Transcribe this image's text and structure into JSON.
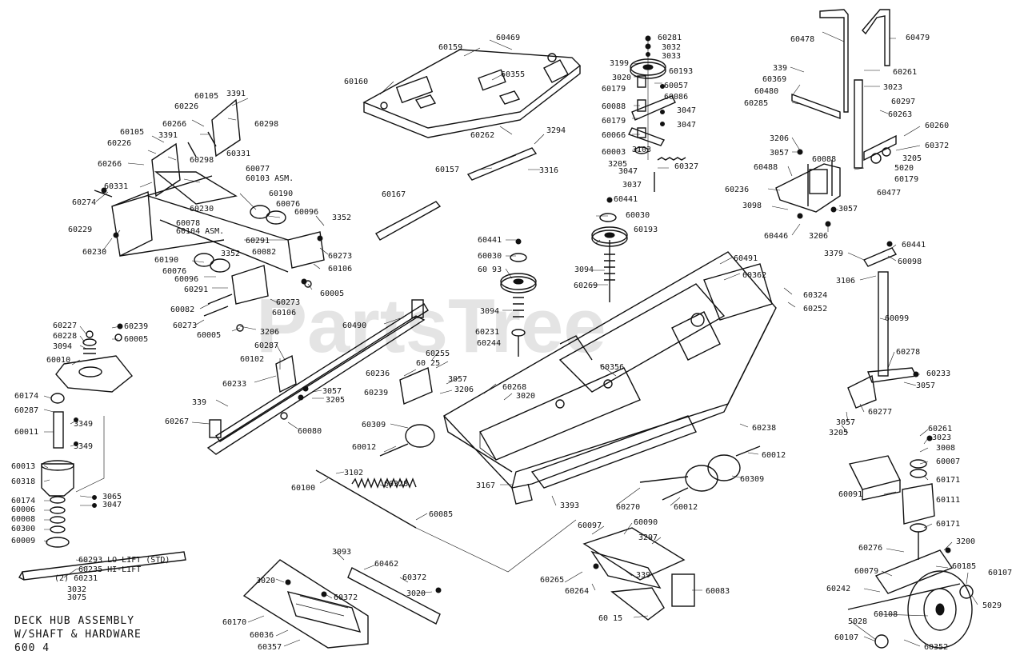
{
  "watermark": "PartsTree",
  "caption": [
    "DECK HUB ASSEMBLY",
    "W/SHAFT & HARDWARE",
    "600 4"
  ],
  "labels": {
    "l60469": "60469",
    "l60159": "60159",
    "l60160": "60160",
    "l60355": "60355",
    "l60262": "60262",
    "l3294": "3294",
    "l60157": "60157",
    "l3316": "3316",
    "l60167": "60167",
    "l60281": "60281",
    "l3032a": "3032",
    "l3033": "3033",
    "l3199": "3199",
    "l3020a": "3020",
    "l60193a": "60193",
    "l60057": "60057",
    "l60179a": "60179",
    "l60086a": "60086",
    "l60088a": "60088",
    "l3047a": "3047",
    "l60179b": "60179",
    "l3047b": "3047",
    "l60066": "60066",
    "l3103": "3103",
    "l60003": "60003",
    "l3205a": "3205",
    "l3047c": "3047",
    "l60327": "60327",
    "l3037": "3037",
    "l60441a": "60441",
    "l60030a": "60030",
    "l60193b": "60193",
    "l3094a": "3094",
    "l60269": "60269",
    "l60441b": "60441",
    "l60030b": "60030",
    "l60193c": "60 93",
    "l3094b": "3094",
    "l60231a": "60231",
    "l60244": "60244",
    "l60478": "60478",
    "l60479": "60479",
    "l339a": "339",
    "l60261a": "60261",
    "l60369": "60369",
    "l3023a": "3023",
    "l60480": "60480",
    "l60297": "60297",
    "l60285": "60285",
    "l60263": "60263",
    "l60260": "60260",
    "l60372a": "60372",
    "l3206a": "3206",
    "l3057a": "3057",
    "l60088b": "60088",
    "l3205b": "3205",
    "l5020": "5020",
    "l60179c": "60179",
    "l60488": "60488",
    "l60236a": "60236",
    "l60477": "60477",
    "l3098": "3098",
    "l3057b": "3057",
    "l60446": "60446",
    "l3206b": "3206",
    "l60105a": "60105",
    "l3391a": "3391",
    "l60226a": "60226",
    "l60298a": "60298",
    "l60266a": "60266",
    "l60105b": "60105",
    "l3391b": "3391",
    "l60226b": "60226",
    "l60331a": "60331",
    "l60298b": "60298",
    "l60266b": "60266",
    "l60077": "60077",
    "l60103": "60103 ASM.",
    "l60331b": "60331",
    "l60274": "60274",
    "l60230a": "60230",
    "l60190a": "60190",
    "l60076a": "60076",
    "l60096a": "60096",
    "l3352a": "3352",
    "l60078": "60078",
    "l60104": "60104 ASM.",
    "l60229": "60229",
    "l60291a": "60291",
    "l60273a": "60273",
    "l60230b": "60230",
    "l60190b": "60190",
    "l3352b": "3352",
    "l60082a": "60082",
    "l60106a": "60106",
    "l60076b": "60076",
    "l60096b": "60096",
    "l60005a": "60005",
    "l60291b": "60291",
    "l60273b": "60273",
    "l60082b": "60082",
    "l60106b": "60106",
    "l60273c": "60273",
    "l60005b": "60005",
    "l3206c": "3206",
    "l60491": "60491",
    "l60362": "60362",
    "l60324": "60324",
    "l60252": "60252",
    "l60490": "60490",
    "l60255": "60255",
    "l60356": "60356",
    "l6025": "60 25",
    "l60236b": "60236",
    "l3057c": "3057",
    "l60239a": "60239",
    "l3206d": "3206",
    "l60268": "60268",
    "l3020b": "3020",
    "l60287a": "60287",
    "l60102": "60102",
    "l60233a": "60233",
    "l3057d": "3057",
    "l3205c": "3205",
    "l339b": "339",
    "l60267": "60267",
    "l60080": "60080",
    "l60309a": "60309",
    "l60012a": "60012",
    "l60238": "60238",
    "l60012b": "60012",
    "l60309b": "60309",
    "l3167": "3167",
    "l3393": "3393",
    "l60270": "60270",
    "l60012c": "60012",
    "l3102": "3102",
    "l60100": "60100",
    "l60328": "60328",
    "l60085": "60085",
    "l60097": "60097",
    "l60090": "60090",
    "l3297": "3297",
    "l60265": "60265",
    "l339c": "339",
    "l60264": "60264",
    "l60083": "60083",
    "l60115": "60 15",
    "l3093": "3093",
    "l60462": "60462",
    "l60372b": "60372",
    "l3020c": "3020",
    "l3020d": "3020",
    "l60372c": "60372",
    "l60170": "60170",
    "l60036": "60036",
    "l60357": "60357",
    "l60227": "60227",
    "l60239b": "60239",
    "l60228": "60228",
    "l60005c": "60005",
    "l3094c": "3094",
    "l60010": "60010",
    "l60174a": "60174",
    "l60287b": "60287",
    "l3349a": "3349",
    "l60011": "60011",
    "l3349b": "3349",
    "l60013": "60013",
    "l60318": "60318",
    "l3065": "3065",
    "l3047d": "3047",
    "l60174b": "60174",
    "l60006": "60006",
    "l60008": "60008",
    "l60300": "60300",
    "l60009": "60009",
    "l60293": "60293 LO-LIFT (STD)",
    "l60235": "60235 HI-LIFT",
    "l60231b": "(2) 60231",
    "l3032b": "3032",
    "l3075": "3075",
    "l3379": "3379",
    "l60441c": "60441",
    "l3106": "3106",
    "l60098": "60098",
    "l60099": "60099",
    "l60278": "60278",
    "l60233b": "60233",
    "l3057e": "3057",
    "l60277": "60277",
    "l3057f": "3057",
    "l3205d": "3205",
    "l60261b": "60261",
    "l3023b": "3023",
    "l3008": "3008",
    "l60007": "60007",
    "l60171a": "60171",
    "l60091": "60091",
    "l60111": "60111",
    "l60171b": "60171",
    "l60276": "60276",
    "l3200": "3200",
    "l60079": "60079",
    "l60185": "60185",
    "l60107a": "60107",
    "l60242": "60242",
    "l5029": "5029",
    "l5028": "5028",
    "l60108": "60108",
    "l60107b": "60107",
    "l60352": "60352"
  }
}
